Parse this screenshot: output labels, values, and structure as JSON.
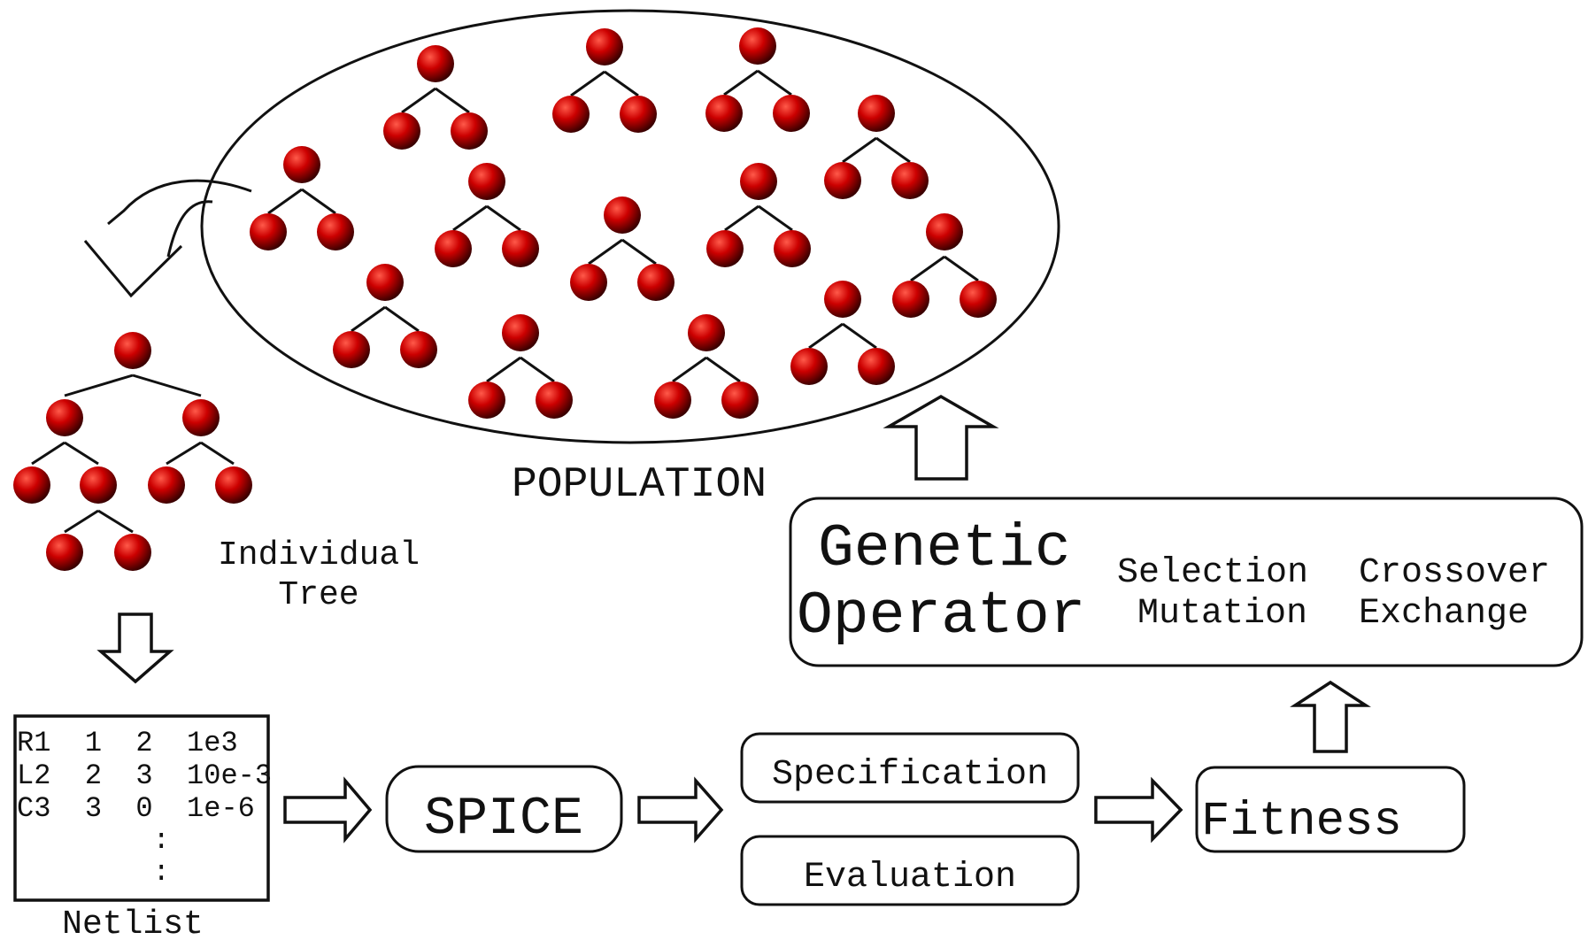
{
  "population": {
    "label": "POPULATION"
  },
  "individual": {
    "label_line1": "Individual",
    "label_line2": "Tree"
  },
  "netlist": {
    "lines": [
      "R1  1  2  1e3",
      "L2  2  3  10e-3",
      "C3  3  0  1e-6",
      "        :",
      "        :"
    ],
    "caption": "Netlist"
  },
  "spice": {
    "label": "SPICE"
  },
  "specification": {
    "label": "Specification"
  },
  "evaluation": {
    "label": "Evaluation"
  },
  "fitness": {
    "label": "Fitness"
  },
  "genetic_operator": {
    "title_line1": "Genetic",
    "title_line2": "Operator",
    "ops": [
      "Selection",
      "Crossover",
      "Mutation",
      "Exchange"
    ]
  },
  "colors": {
    "node": "#cc0000",
    "node_dark": "#3a0000",
    "stroke": "#111111"
  }
}
